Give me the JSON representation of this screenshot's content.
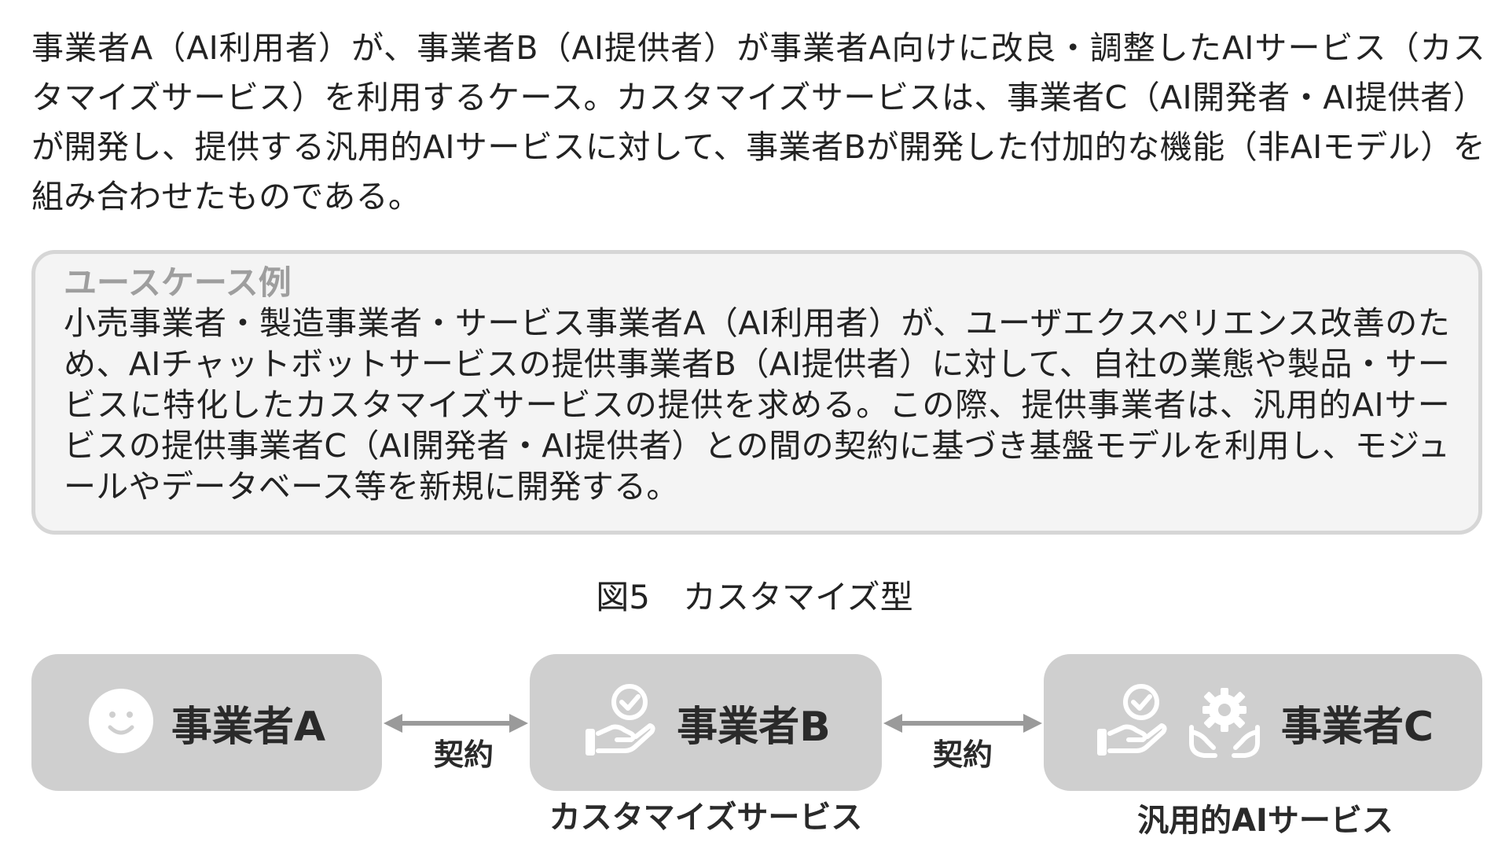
{
  "intro": "事業者A（AI利用者）が、事業者B（AI提供者）が事業者A向けに改良・調整したAIサービス（カスタマイズサービス）を利用するケース。カスタマイズサービスは、事業者C（AI開発者・AI提供者）が開発し、提供する汎用的AIサービスに対して、事業者Bが開発した付加的な機能（非AIモデル）を組み合わせたものである。",
  "usecase": {
    "title": "ユースケース例",
    "body": "小売事業者・製造事業者・サービス事業者A（AI利用者）が、ユーザエクスペリエンス改善のため、AIチャットボットサービスの提供事業者B（AI提供者）に対して、自社の業態や製品・サービスに特化したカスタマイズサービスの提供を求める。この際、提供事業者は、汎用的AIサービスの提供事業者C（AI開発者・AI提供者）との間の契約に基づき基盤モデルを利用し、モジュールやデータベース等を新規に開発する。"
  },
  "figure": {
    "caption": "図5　カスタマイズ型",
    "entities": [
      {
        "name": "事業者A",
        "icons": [
          "smiley-icon"
        ],
        "sublabel": ""
      },
      {
        "name": "事業者B",
        "icons": [
          "hand-check-icon"
        ],
        "sublabel": "カスタマイズサービス"
      },
      {
        "name": "事業者C",
        "icons": [
          "hand-check-icon",
          "hands-gear-icon"
        ],
        "sublabel": "汎用的AIサービス"
      }
    ],
    "links": [
      {
        "label": "契約"
      },
      {
        "label": "契約"
      }
    ]
  },
  "colors": {
    "box": "#cfcfcf",
    "icon": "#ffffff",
    "arrow": "#9a9a9a",
    "panel_border": "#d6d6d6",
    "panel_bg": "#f4f4f4",
    "panel_title": "#9e9e9e"
  }
}
